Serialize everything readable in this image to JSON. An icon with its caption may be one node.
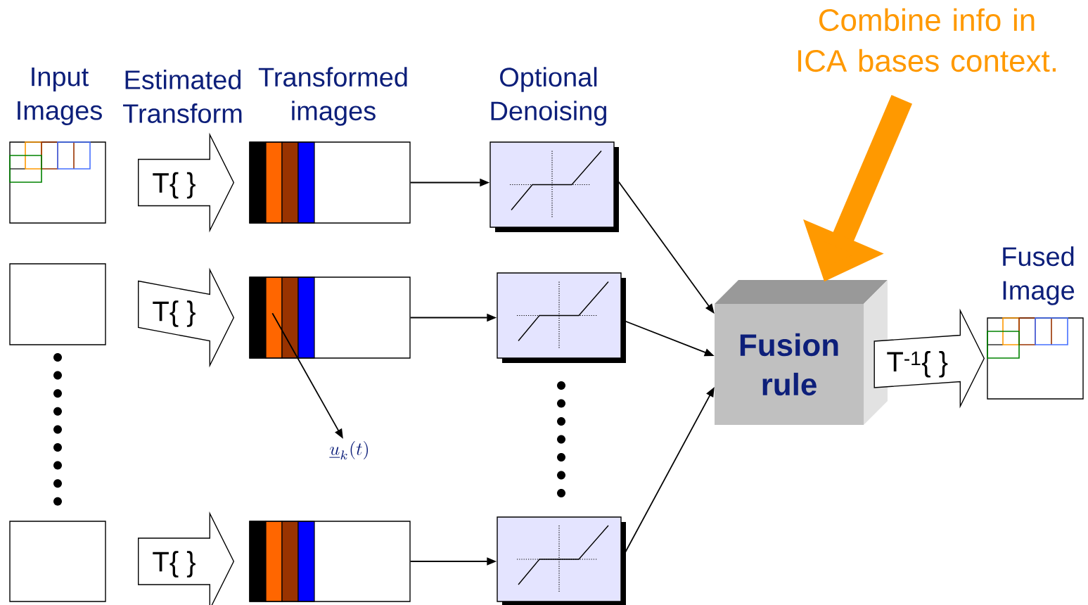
{
  "diagram": {
    "nodes": [
      {
        "text": [],
        "shape": "box"
      },
      {
        "text": [],
        "shape": "box"
      },
      {
        "text": [],
        "shape": "box"
      },
      {
        "text": [],
        "shape": "box"
      },
      {
        "text": [],
        "shape": "box"
      },
      {
        "text": [],
        "shape": "box"
      },
      {
        "text": [],
        "shape": "box"
      },
      {
        "text": [],
        "shape": "box"
      },
      {
        "text": [],
        "shape": "box"
      },
      {
        "text": [
          "Fusion rule"
        ]
      },
      {
        "text": [],
        "shape": "box"
      },
      {
        "text": [
          "\\underline{u}_k(t)"
        ]
      },
      {
        "text": [
          "Combine info in ICA bases context."
        ]
      }
    ],
    "edges": [
      {
        "from": 0,
        "to": 3,
        "arrow": "to",
        "label": "T{ }",
        "style": "thick"
      },
      {
        "from": 1,
        "to": 4,
        "arrow": "to",
        "label": "T{ }",
        "style": "thick"
      },
      {
        "from": 2,
        "to": 5,
        "arrow": "to",
        "label": "T{ }",
        "style": "thick"
      },
      {
        "from": 3,
        "to": 6,
        "arrow": "to"
      },
      {
        "from": 4,
        "to": 7,
        "arrow": "to"
      },
      {
        "from": 5,
        "to": 8,
        "arrow": "to"
      },
      {
        "from": 6,
        "to": 9,
        "arrow": "to"
      },
      {
        "from": 7,
        "to": 9,
        "arrow": "to"
      },
      {
        "from": 8,
        "to": 9,
        "arrow": "to"
      },
      {
        "from": 4,
        "to": 11,
        "arrow": "to"
      },
      {
        "from": 12,
        "to": 9,
        "arrow": "to",
        "style": "thick",
        "color": "#ff9900"
      },
      {
        "from": 9,
        "to": 10,
        "arrow": "to",
        "label": "T$^{-1}${ }",
        "style": "thick"
      }
    ],
    "labels": [
      "Input Images",
      "Estimated Transform",
      "Transformed images",
      "Optional Denoising",
      "Fused Image"
    ]
  }
}
